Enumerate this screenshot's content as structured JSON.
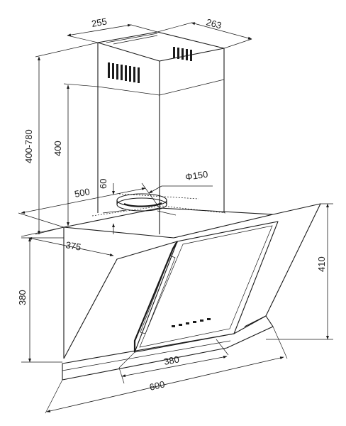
{
  "dimensions": {
    "chimney_depth": "255",
    "chimney_width": "263",
    "chimney_height_range": "400-780",
    "chimney_min_height": "400",
    "outlet_offset": "60",
    "outlet_diameter": "Φ150",
    "hood_width_depth": "500",
    "bottom_depth": "375",
    "front_height": "380",
    "back_height": "410",
    "control_panel_width": "380",
    "overall_width": "600"
  },
  "colors": {
    "line": "#1a1a1a",
    "background": "#ffffff"
  }
}
